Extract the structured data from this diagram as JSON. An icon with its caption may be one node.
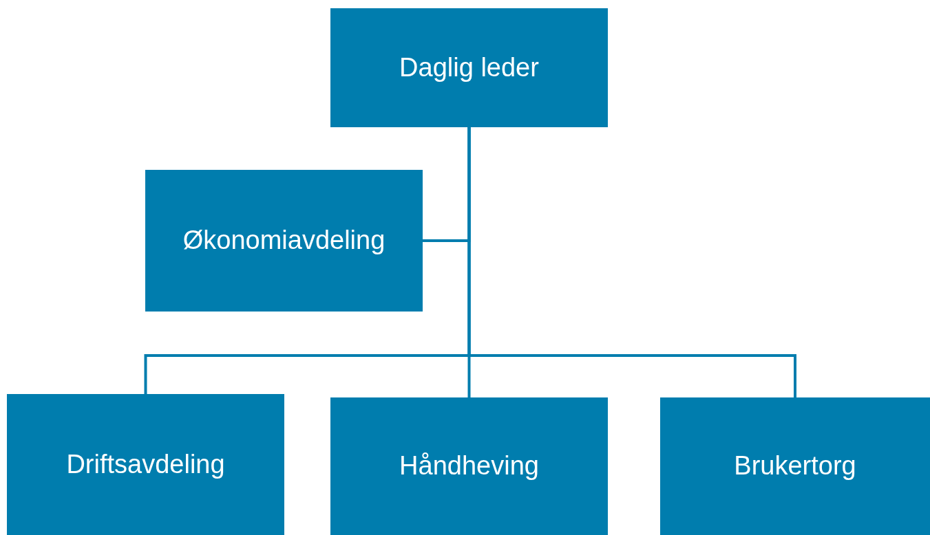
{
  "diagram": {
    "nodes": [
      {
        "text": [
          "Daglig leder"
        ]
      },
      {
        "text": [
          "Økonomiavdeling"
        ]
      },
      {
        "text": [
          "Driftsavdeling"
        ]
      },
      {
        "text": [
          "Håndheving"
        ]
      },
      {
        "text": [
          "Brukertorg"
        ]
      }
    ],
    "edges": [
      {
        "from": 0,
        "to": 1,
        "arrow": "none"
      },
      {
        "from": 0,
        "to": 2,
        "arrow": "none"
      },
      {
        "from": 0,
        "to": 3,
        "arrow": "none"
      },
      {
        "from": 0,
        "to": 4,
        "arrow": "none"
      }
    ]
  }
}
